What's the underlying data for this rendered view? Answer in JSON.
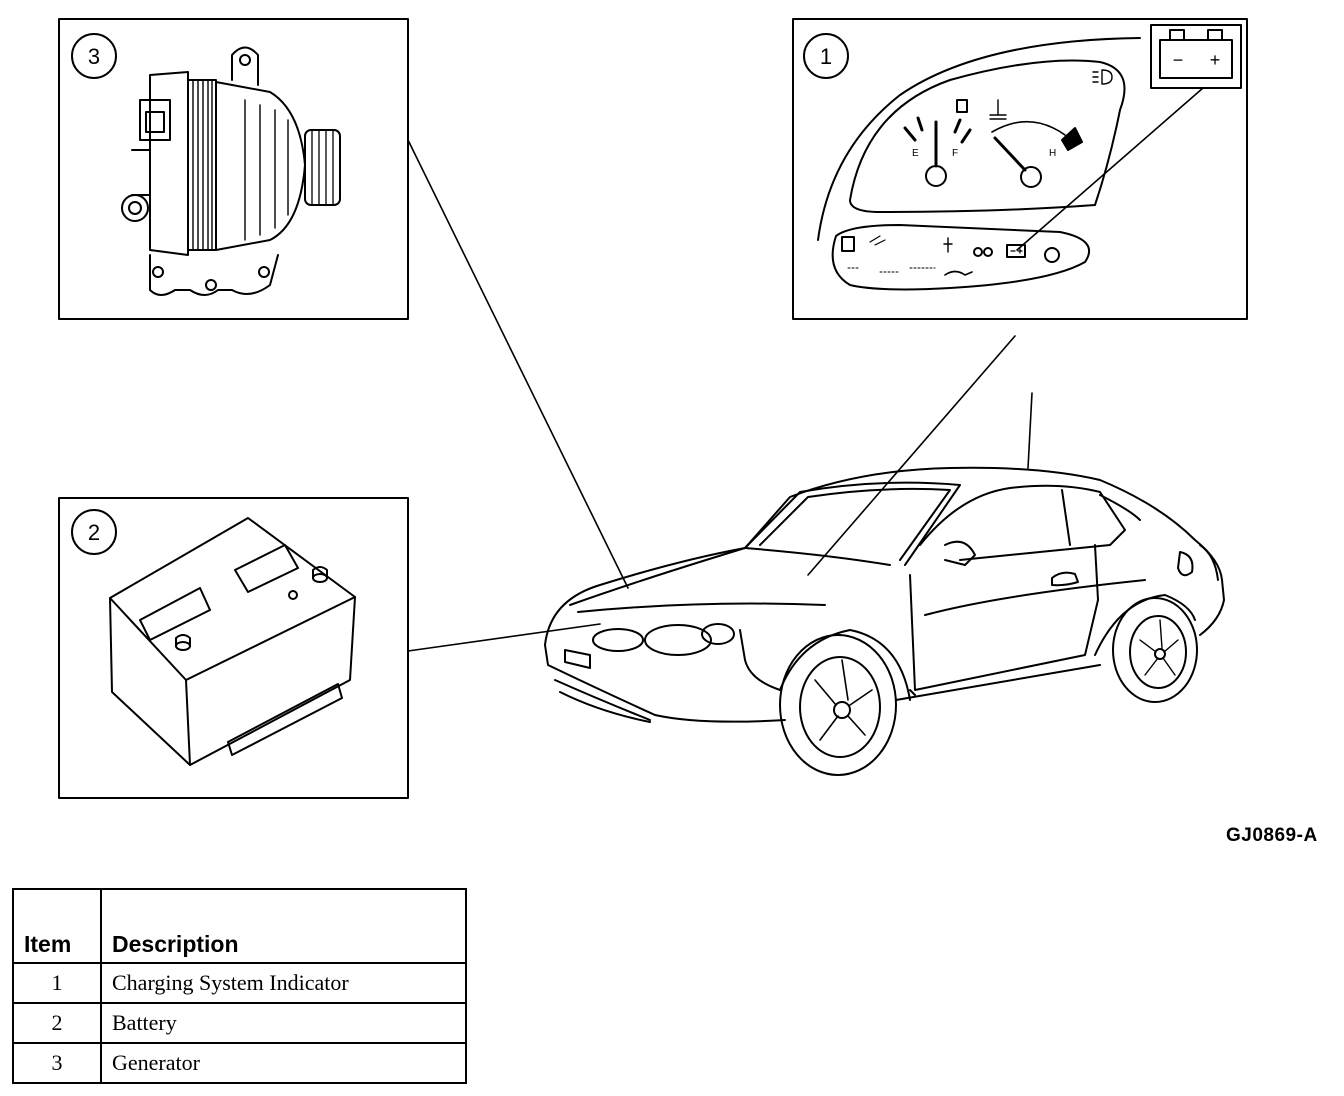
{
  "figure_code": "GJ0869-A",
  "callouts": {
    "indicator": "1",
    "battery": "2",
    "generator": "3"
  },
  "gauge_labels": {
    "fuel_empty": "E",
    "fuel_full": "F",
    "temp_hot": "H",
    "battery_minus": "−",
    "battery_plus": "+"
  },
  "legend": {
    "header_item": "Item",
    "header_description": "Description",
    "rows": [
      {
        "item": "1",
        "description": "Charging System Indicator"
      },
      {
        "item": "2",
        "description": "Battery"
      },
      {
        "item": "3",
        "description": "Generator"
      }
    ]
  }
}
